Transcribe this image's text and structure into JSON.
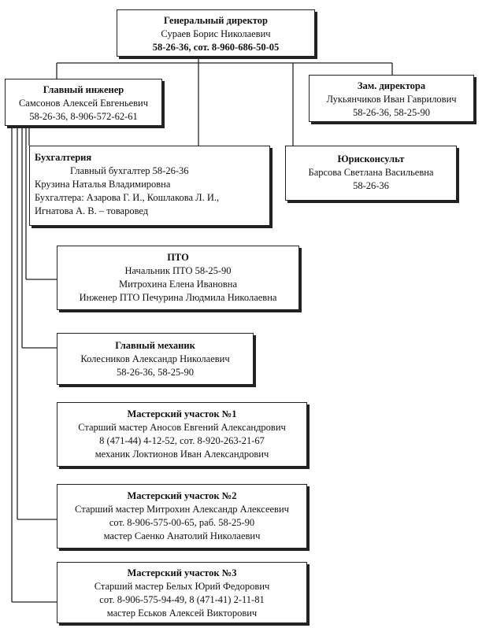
{
  "org": {
    "director": {
      "title": "Генеральный директор",
      "name": "Сураев Борис Николаевич",
      "phone": "58-26-36, сот. 8-960-686-50-05"
    },
    "chief_engineer": {
      "title": "Главный инженер",
      "name": "Самсонов Алексей Евгеньевич",
      "phone": "58-26-36, 8-906-572-62-61"
    },
    "deputy": {
      "title": "Зам. директора",
      "name": "Лукьянчиков Иван Гаврилович",
      "phone": "58-26-36, 58-25-90"
    },
    "accounting": {
      "title": "Бухгалтерия",
      "line1": "Главный бухгалтер 58-26-36",
      "line2": "Крузина Наталья Владимировна",
      "line3": "Бухгалтера: Азарова Г. И., Кошлакова Л. И.,",
      "line4": "Игнатова А. В. – товаровед"
    },
    "legal": {
      "title": "Юрисконсульт",
      "name": "Барсова Светлана Васильевна",
      "phone": "58-26-36"
    },
    "pto": {
      "title": "ПТО",
      "line1": "Начальник ПТО 58-25-90",
      "line2": "Митрохина Елена Ивановна",
      "line3": "Инженер ПТО Печурина Людмила Николаевна"
    },
    "chief_mechanic": {
      "title": "Главный механик",
      "name": "Колесников Александр Николаевич",
      "phone": "58-26-36, 58-25-90"
    },
    "section1": {
      "title": "Мастерский участок №1",
      "line1": "Старший мастер Аносов Евгений Александрович",
      "line2": "8 (471-44) 4-12-52, сот. 8-920-263-21-67",
      "line3": "механик Локтионов Иван Александрович"
    },
    "section2": {
      "title": "Мастерский участок №2",
      "line1": "Старший мастер Митрохин Александр Алексеевич",
      "line2": "сот. 8-906-575-00-65, раб. 58-25-90",
      "line3": "мастер Саенко Анатолий Николаевич"
    },
    "section3": {
      "title": "Мастерский участок №3",
      "line1": "Старший мастер Белых Юрий Федорович",
      "line2": "сот. 8-906-575-94-49, 8 (471-41) 2-11-81",
      "line3": "мастер Еськов Алексей Викторович"
    }
  }
}
